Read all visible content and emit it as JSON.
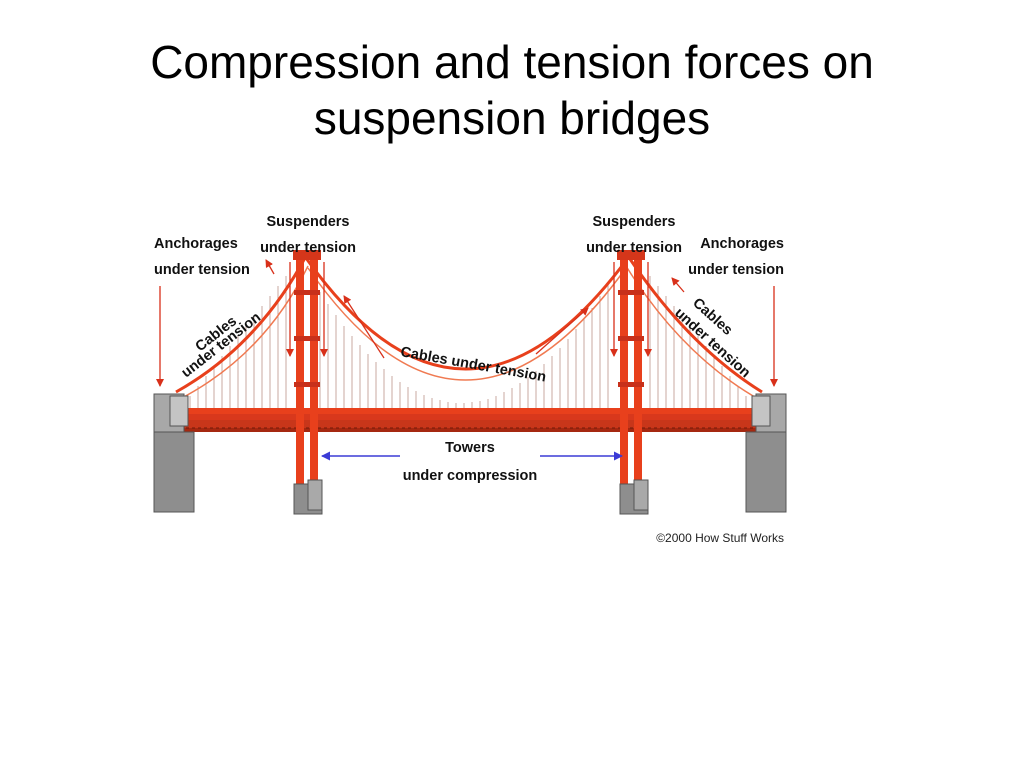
{
  "slide": {
    "title_line1": "Compression and tension forces on",
    "title_line2": "suspension bridges"
  },
  "diagram": {
    "labels": {
      "anchorages_left_1": "Anchorages",
      "anchorages_left_2": "under tension",
      "suspenders_left_1": "Suspenders",
      "suspenders_left_2": "under tension",
      "suspenders_right_1": "Suspenders",
      "suspenders_right_2": "under tension",
      "anchorages_right_1": "Anchorages",
      "anchorages_right_2": "under tension",
      "cables_left_1": "Cables",
      "cables_left_2": "under tension",
      "cables_center": "Cables under tension",
      "cables_right_1": "Cables",
      "cables_right_2": "under tension",
      "towers_1": "Towers",
      "towers_2": "under compression"
    },
    "credit": "©2000 How Stuff Works",
    "colors": {
      "bridge_red": "#e8401c",
      "bridge_dark": "#b52a10",
      "arrow_red": "#d8301a",
      "arrow_blue": "#3b3bd6",
      "concrete": "#8e8e8e"
    }
  }
}
